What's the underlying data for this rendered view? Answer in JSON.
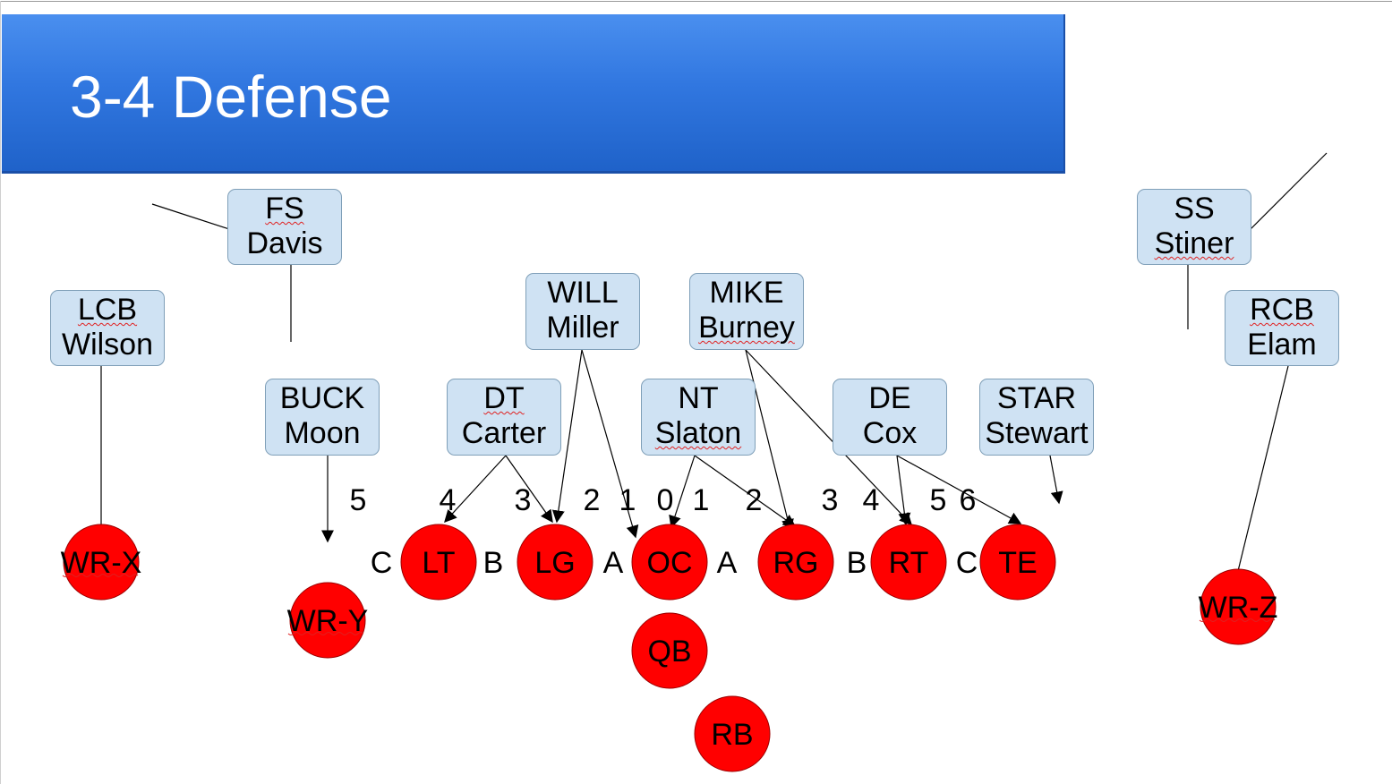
{
  "slide": {
    "title": "3-4 Defense",
    "colors": {
      "title_bar": "#3177e0",
      "offense_fill": "#ff0000",
      "defense_box": "#cfe2f3"
    }
  },
  "defenders": {
    "fs": {
      "position": "FS",
      "name": "Davis"
    },
    "ss": {
      "position": "SS",
      "name": "Stiner"
    },
    "lcb": {
      "position": "LCB",
      "name": "Wilson"
    },
    "rcb": {
      "position": "RCB",
      "name": "Elam"
    },
    "will": {
      "position": "WILL",
      "name": "Miller"
    },
    "mike": {
      "position": "MIKE",
      "name": "Burney"
    },
    "buck": {
      "position": "BUCK",
      "name": "Moon"
    },
    "dt": {
      "position": "DT",
      "name": "Carter"
    },
    "nt": {
      "position": "NT",
      "name": "Slaton"
    },
    "de": {
      "position": "DE",
      "name": "Cox"
    },
    "star": {
      "position": "STAR",
      "name": "Stewart"
    }
  },
  "offense": {
    "wr_x": "WR-X",
    "wr_y": "WR-Y",
    "lt": "LT",
    "lg": "LG",
    "oc": "OC",
    "rg": "RG",
    "rt": "RT",
    "te": "TE",
    "qb": "QB",
    "rb": "RB",
    "wr_z": "WR-Z"
  },
  "gaps": {
    "c_left": "C",
    "b_left": "B",
    "a_left": "A",
    "a_right": "A",
    "b_right": "B",
    "c_right": "C"
  },
  "techniques": {
    "t5_left": "5",
    "t4_left": "4",
    "t3_left": "3",
    "t2_left": "2",
    "t1_left": "1",
    "t0": "0",
    "t1_right": "1",
    "t2_right": "2",
    "t3_right": "3",
    "t4_right": "4",
    "t5_right": "5",
    "t6_right": "6"
  }
}
